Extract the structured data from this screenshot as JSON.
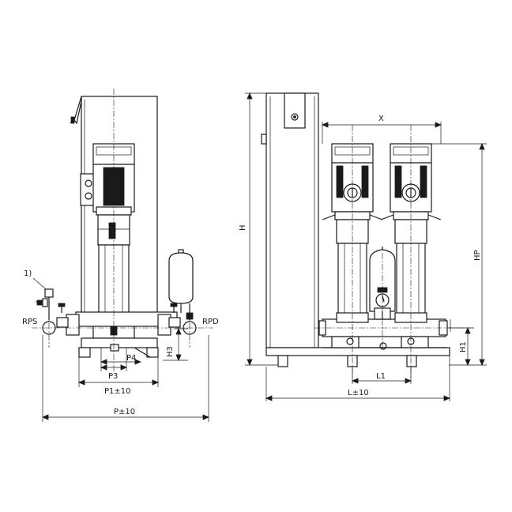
{
  "labels": {
    "note_1": "1)",
    "rps": "RPS",
    "rpd": "RPD",
    "h3": "H3",
    "p4": "P4",
    "p3": "P3",
    "p1": "P1±10",
    "p": "P±10",
    "h": "H",
    "x": "X",
    "hp": "HP",
    "h1": "H1",
    "l1": "L1",
    "l": "L±10"
  }
}
